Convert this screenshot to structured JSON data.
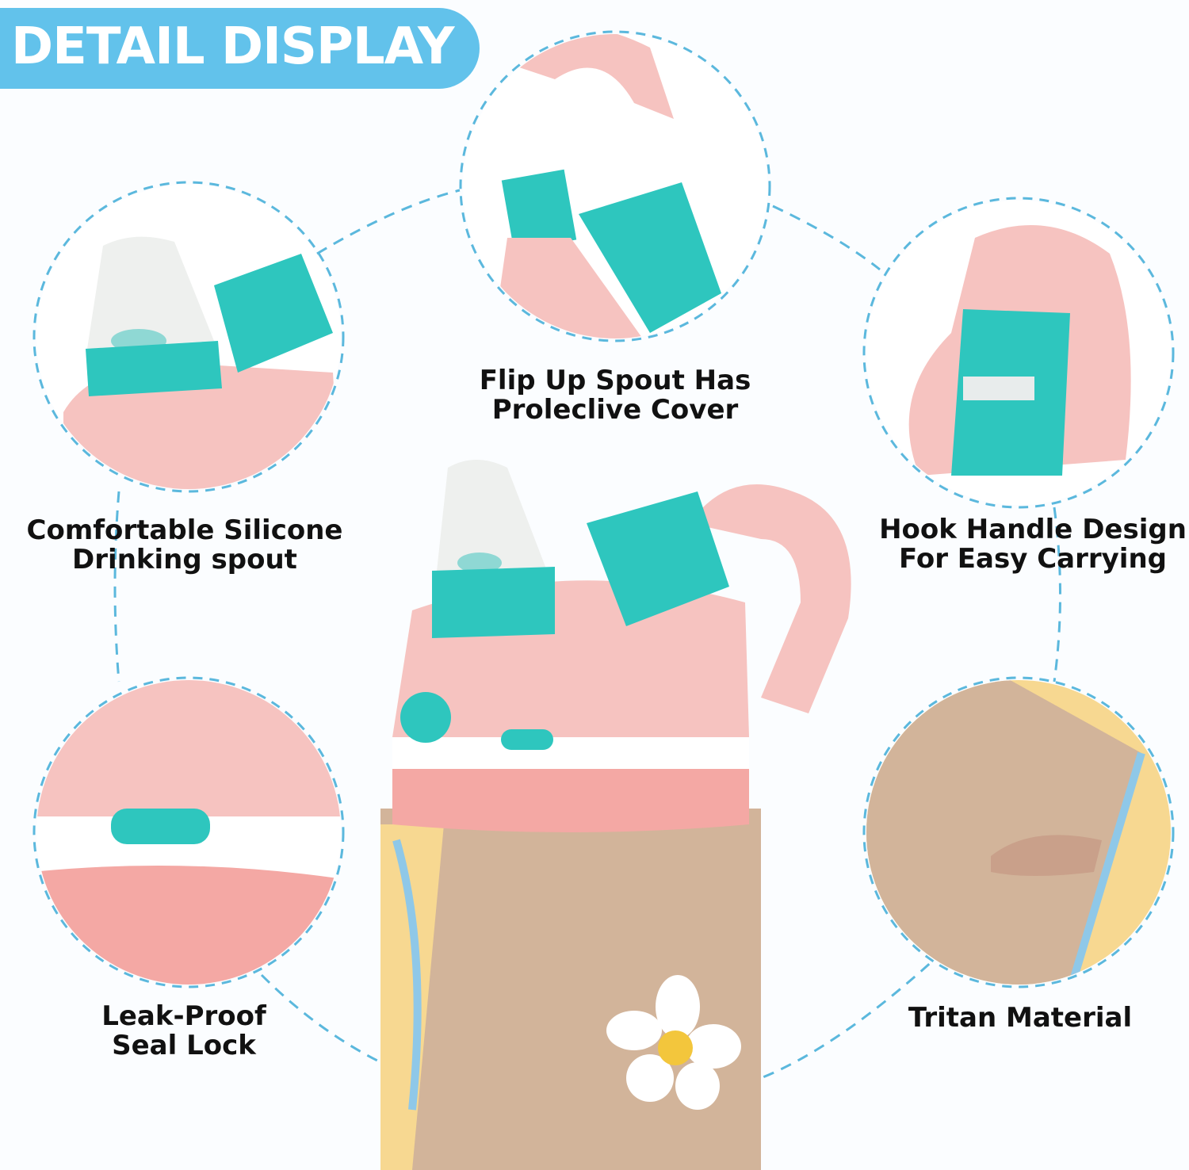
{
  "header": {
    "title": "DETAIL DISPLAY"
  },
  "features": [
    {
      "line1": "Flip Up Spout Has",
      "line2": "Proleclive Cover"
    },
    {
      "line1": "Comfortable Silicone",
      "line2": "Drinking spout"
    },
    {
      "line1": "Hook Handle Design",
      "line2": "For Easy Carrying"
    },
    {
      "line1": "Leak-Proof",
      "line2": "Seal Lock"
    },
    {
      "line1": "Tritan Material",
      "line2": ""
    }
  ],
  "colors": {
    "accent": "#62c2eb",
    "pink": "#f6c3c0",
    "teal": "#2ec6be",
    "bottle": "#d2b49a",
    "dash": "#5bb8dd"
  }
}
